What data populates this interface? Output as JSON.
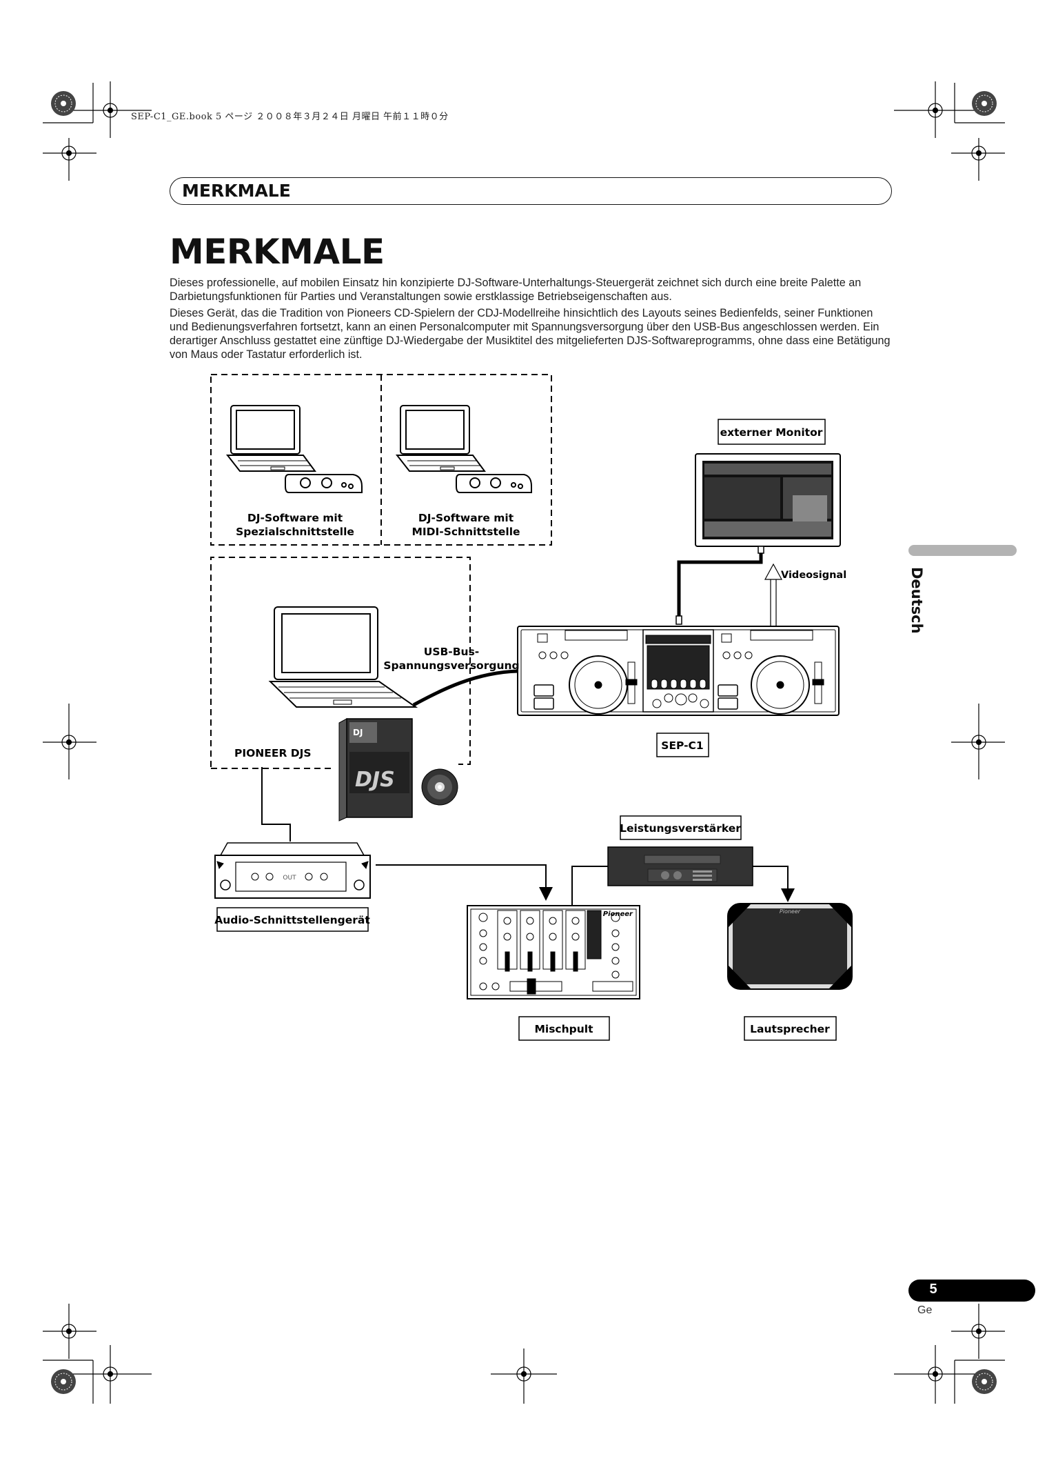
{
  "file_info": "SEP-C1_GE.book  5 ページ  ２００８年３月２４日  月曜日  午前１１時０分",
  "header": {
    "title": "MERKMALE"
  },
  "main_heading": "MERKMALE",
  "paragraphs": [
    "Dieses professionelle, auf mobilen Einsatz hin konzipierte DJ-Software-Unterhaltungs-Steuergerät zeichnet sich durch eine breite Palette an Darbietungsfunktionen für Parties und Veranstaltungen sowie erstklassige Betriebseigenschaften aus.",
    "Dieses Gerät, das die Tradition von Pioneers CD-Spielern der CDJ-Modellreihe hinsichtlich des Layouts seines Bedienfelds, seiner Funktionen und Bedienungsverfahren fortsetzt, kann an einen Personalcomputer mit Spannungsversorgung über den USB-Bus angeschlossen werden. Ein derartiger Anschluss gestattet eine zünftige DJ-Wiedergabe der Musiktitel des mitgelieferten DJS-Softwareprogramms, ohne dass eine Betätigung von Maus oder Tastatur erforderlich ist."
  ],
  "side_tab": {
    "label": "Deutsch"
  },
  "diagram": {
    "dj_spezial": [
      "DJ-Software mit",
      "Spezialschnittstelle"
    ],
    "dj_midi": [
      "DJ-Software mit",
      "MIDI-Schnittstelle"
    ],
    "externer_monitor": "externer Monitor",
    "videosignal": "Videosignal",
    "usb_bus": [
      "USB-Bus-",
      "Spannungsversorgung"
    ],
    "pioneer_djs": "PIONEER DJS",
    "sep_c1": "SEP-C1",
    "leistungsverstaerker": "Leistungsverstärker",
    "audio_interface": "Audio-Schnittstellengerät",
    "mischpult": "Mischpult",
    "lautsprecher": "Lautsprecher",
    "out_label": "OUT",
    "djs_box_text": "DJS",
    "djs_box_small": "DJ",
    "pioneer_brand": "Pioneer"
  },
  "page": {
    "number": "5",
    "lang": "Ge"
  }
}
